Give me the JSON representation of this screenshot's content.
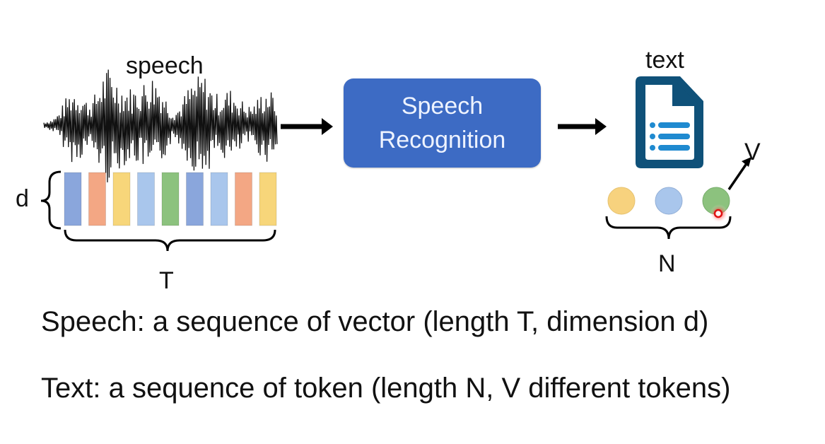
{
  "labels": {
    "speech": "speech",
    "text": "text",
    "d": "d",
    "T": "T",
    "N": "N",
    "V": "V"
  },
  "box": {
    "line1": "Speech",
    "line2": "Recognition",
    "color": "#3d6bc4"
  },
  "vectors": [
    {
      "color": "#8aa6dc"
    },
    {
      "color": "#f3a784"
    },
    {
      "color": "#f7d67a"
    },
    {
      "color": "#a9c6ec"
    },
    {
      "color": "#8cc27e"
    },
    {
      "color": "#8aa6dc"
    },
    {
      "color": "#a9c6ec"
    },
    {
      "color": "#f3a784"
    },
    {
      "color": "#f7d67a"
    }
  ],
  "tokens": [
    {
      "color": "#f7d27e"
    },
    {
      "color": "#a9c6ec"
    },
    {
      "color": "#8cc27e"
    }
  ],
  "icons": {
    "document": "document-icon"
  },
  "captions": {
    "speech": "Speech: a sequence of vector (length T, dimension d)",
    "text": "Text: a sequence of token (length N, V different tokens)"
  }
}
